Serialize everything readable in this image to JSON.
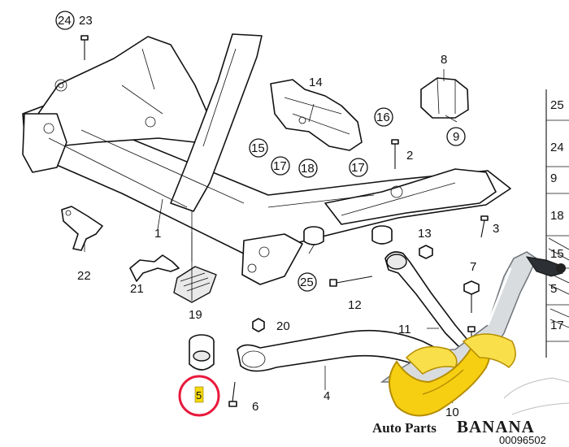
{
  "callouts": {
    "c1": "1",
    "c2": "2",
    "c3": "3",
    "c4": "4",
    "c5": "5",
    "c6": "6",
    "c7": "7",
    "c8": "8",
    "c9": "9",
    "c10": "10",
    "c11": "11",
    "c12": "12",
    "c13": "13",
    "c14": "14",
    "c15": "15",
    "c16": "16",
    "c17a": "17",
    "c17b": "17",
    "c18": "18",
    "c19": "19",
    "c20": "20",
    "c21": "21",
    "c22": "22",
    "c23": "23",
    "c24": "24",
    "c25": "25"
  },
  "side_index": [
    "25",
    "24",
    "9",
    "18",
    "15",
    "5",
    "17"
  ],
  "highlight": {
    "label": "5",
    "ring_color": "#e8193c",
    "marker_color": "#f5d90a"
  },
  "watermark": {
    "brand_prefix": "Auto Parts",
    "brand_name": "BANANA",
    "code": "00096502"
  },
  "colors": {
    "banana": "#f6cf12",
    "banana_dark": "#b58d00"
  }
}
